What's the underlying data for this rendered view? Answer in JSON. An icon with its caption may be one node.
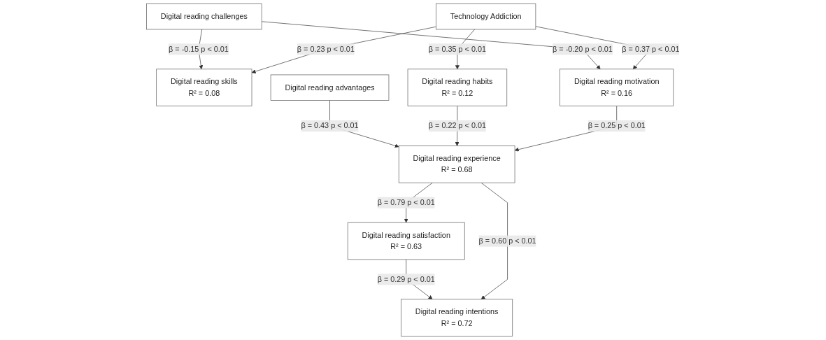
{
  "diagram": {
    "nodes": [
      {
        "text": [
          "Technology Addiction"
        ]
      },
      {
        "text": [
          "Digital reading skills",
          "R² = 0.08"
        ]
      },
      {
        "text": [
          "Digital reading habits",
          "R² = 0.12"
        ]
      },
      {
        "text": [
          "Digital reading motivation",
          "R² = 0.16"
        ]
      },
      {
        "text": [
          "Digital reading advantages"
        ]
      },
      {
        "text": [
          "Digital reading challenges"
        ]
      },
      {
        "text": [
          "Digital reading experience",
          "R² = 0.68"
        ]
      },
      {
        "text": [
          "Digital reading satisfaction",
          "R² = 0.63"
        ]
      },
      {
        "text": [
          "Digital reading intentions",
          "R² = 0.72"
        ]
      }
    ],
    "edges": [
      {
        "from": 0,
        "to": 1,
        "arrow": "to",
        "label": "β = 0.23 p < 0.01"
      },
      {
        "from": 0,
        "to": 3,
        "arrow": "to",
        "label": "β = 0.37 p < 0.01"
      },
      {
        "from": 0,
        "to": 2,
        "arrow": "to",
        "label": "β = 0.35 p < 0.01"
      },
      {
        "from": 5,
        "to": 1,
        "arrow": "to",
        "label": "β = -0.15 p < 0.01"
      },
      {
        "from": 5,
        "to": 3,
        "arrow": "to",
        "label": "β = -0.20 p < 0.01"
      },
      {
        "from": 3,
        "to": 6,
        "arrow": "to",
        "label": "β = 0.25 p < 0.01"
      },
      {
        "from": 2,
        "to": 6,
        "arrow": "to",
        "label": "β = 0.22 p < 0.01"
      },
      {
        "from": 4,
        "to": 6,
        "arrow": "to",
        "label": "β = 0.43 p < 0.01"
      },
      {
        "from": 6,
        "to": 7,
        "arrow": "to",
        "label": "β = 0.79 p < 0.01"
      },
      {
        "from": 6,
        "to": 8,
        "arrow": "to",
        "label": "β = 0.60 p < 0.01"
      },
      {
        "from": 7,
        "to": 8,
        "arrow": "to",
        "label": "β = 0.29 p < 0.01"
      }
    ]
  }
}
